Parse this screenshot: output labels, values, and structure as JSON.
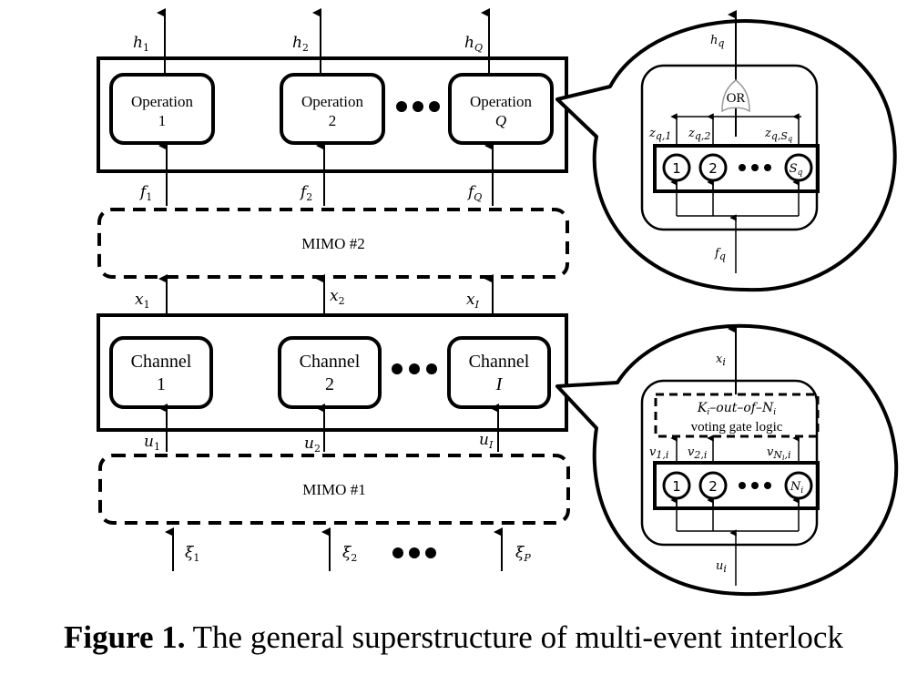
{
  "operations": {
    "boxes": [
      {
        "title": "Operation",
        "index": "1"
      },
      {
        "title": "Operation",
        "index": "2"
      },
      {
        "title": "Operation",
        "index": "Q"
      }
    ],
    "outputs": [
      {
        "base": "h",
        "sub": "1"
      },
      {
        "base": "h",
        "sub": "2"
      },
      {
        "base": "h",
        "sub": "Q"
      }
    ],
    "inputs": [
      {
        "base": "f",
        "sub": "1"
      },
      {
        "base": "f",
        "sub": "2"
      },
      {
        "base": "f",
        "sub": "Q"
      }
    ]
  },
  "mimo2": {
    "label": "MIMO #2"
  },
  "channels": {
    "boxes": [
      {
        "title": "Channel",
        "index": "1"
      },
      {
        "title": "Channel",
        "index": "2"
      },
      {
        "title": "Channel",
        "index": "I"
      }
    ],
    "outputs": [
      {
        "base": "x",
        "sub": "1"
      },
      {
        "base": "x",
        "sub": "2"
      },
      {
        "base": "x",
        "sub": "I"
      }
    ],
    "inputs": [
      {
        "base": "u",
        "sub": "1"
      },
      {
        "base": "u",
        "sub": "2"
      },
      {
        "base": "u",
        "sub": "I"
      }
    ]
  },
  "mimo1": {
    "label": "MIMO #1"
  },
  "sources": [
    {
      "base": "ξ",
      "sub": "1"
    },
    {
      "base": "ξ",
      "sub": "2"
    },
    {
      "base": "ξ",
      "sub": "P"
    }
  ],
  "operation_detail": {
    "output": {
      "base": "h",
      "sub": "q"
    },
    "gate": "OR",
    "signals": [
      {
        "base": "z",
        "sub": "q,1"
      },
      {
        "base": "z",
        "sub": "q,2"
      },
      {
        "base": "z",
        "sub": "q,S",
        "subsub": "q"
      }
    ],
    "units": [
      {
        "label": "1"
      },
      {
        "label": "2"
      },
      {
        "base": "S",
        "sub": "q"
      }
    ],
    "input": {
      "base": "f",
      "sub": "q"
    }
  },
  "channel_detail": {
    "output": {
      "base": "x",
      "sub": "i"
    },
    "voting_line1": {
      "k": "K",
      "k_sub": "i",
      "mid": "–out–of–",
      "n": "N",
      "n_sub": "i"
    },
    "voting_line2": "voting gate logic",
    "signals": [
      {
        "base": "v",
        "sub": "1,i"
      },
      {
        "base": "v",
        "sub": "2,i"
      },
      {
        "base": "v",
        "sub": "N",
        "subsub": "i",
        "tail": ",i"
      }
    ],
    "units": [
      {
        "label": "1"
      },
      {
        "label": "2"
      },
      {
        "base": "N",
        "sub": "i"
      }
    ],
    "input": {
      "base": "u",
      "sub": "i"
    }
  },
  "caption": {
    "prefix": "Figure 1.",
    "text": " The general superstructure of multi-event interlock"
  }
}
